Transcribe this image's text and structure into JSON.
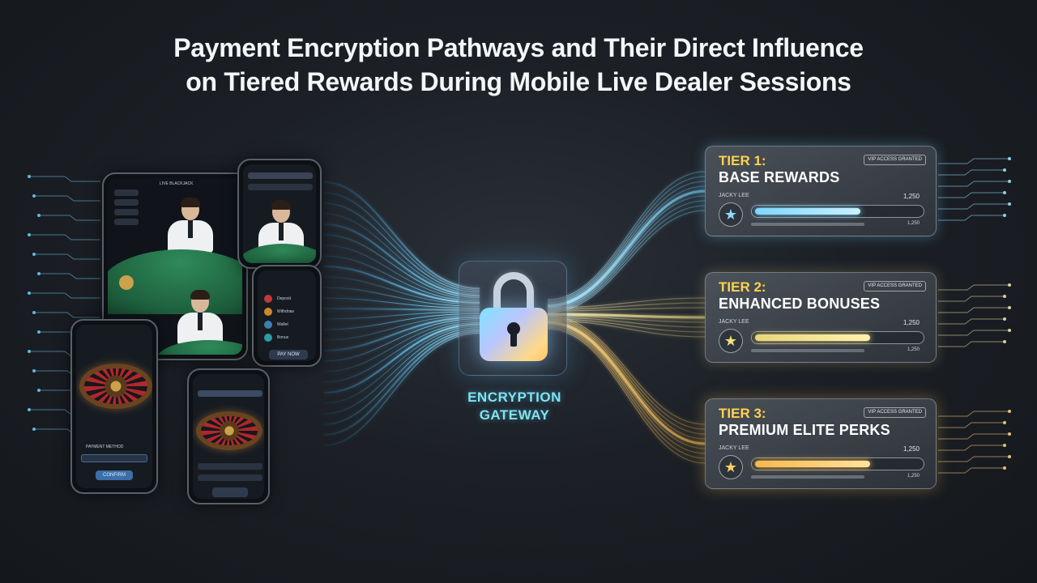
{
  "title": {
    "line1": "Payment Encryption Pathways and Their Direct Influence",
    "line2": "on Tiered Rewards During Mobile Live Dealer Sessions"
  },
  "gateway": {
    "label_line1": "ENCRYPTION",
    "label_line2": "GATEWAY",
    "icon": "padlock-icon"
  },
  "tiers": [
    {
      "name": "TIER 1:",
      "subtitle": "BASE REWARDS",
      "badge": "VIP ACCESS GRANTED",
      "user": "JACKY LEE",
      "points": "1,250",
      "points_small": "1,250",
      "progress": 0.63,
      "star_icon": "star-icon",
      "color": "#7fd7ff"
    },
    {
      "name": "TIER 2:",
      "subtitle": "ENHANCED BONUSES",
      "badge": "VIP ACCESS GRANTED",
      "user": "JACKY LEE",
      "points": "1,250",
      "points_small": "1,250",
      "progress": 0.69,
      "star_icon": "star-icon",
      "color": "#e9d77a"
    },
    {
      "name": "TIER 3:",
      "subtitle": "PREMIUM ELITE PERKS",
      "badge": "VIP ACCESS GRANTED",
      "user": "JACKY LEE",
      "points": "1,250",
      "points_small": "1,250",
      "progress": 0.69,
      "star_icon": "star-icon",
      "color": "#f5b94a"
    }
  ],
  "devices": {
    "tablet_header": "LIVE BLACKJACK",
    "menu_items": [
      "Deposit",
      "Withdraw",
      "Wallet",
      "Bonus"
    ],
    "pay_button": "PAY NOW",
    "phone_roulette_label": "PAYMENT METHOD",
    "confirm_button": "CONFIRM"
  },
  "colors": {
    "flow_blue": "#6fd3ff",
    "flow_gold": "#ffc75a",
    "tier_title": "#ffd24d",
    "gateway_text": "#7fe3f2"
  }
}
